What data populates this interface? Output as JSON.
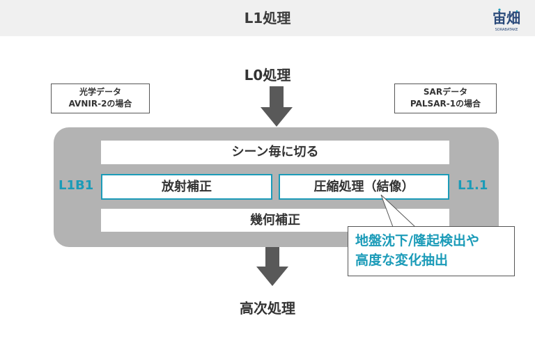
{
  "header": {
    "title": "L1処理"
  },
  "logo": {
    "icon": "sorabatake-logo-icon",
    "text": "宙畑",
    "subtext": "SORABATAKE"
  },
  "diagram": {
    "top_label": "L0処理",
    "left_note": {
      "line1": "光学データ",
      "line2": "AVNIR-2の場合"
    },
    "right_note": {
      "line1": "SARデータ",
      "line2": "PALSAR-1の場合"
    },
    "stage1": "シーン毎に切る",
    "stage2_left": "放射補正",
    "stage2_right": "圧縮処理（結像）",
    "stage3": "幾何補正",
    "left_side_label": "L1B1",
    "right_side_label": "L1.1",
    "callout": {
      "line1": "地盤沈下/隆起検出や",
      "line2": "高度な変化抽出"
    },
    "bottom_label": "高次処理"
  },
  "colors": {
    "accent": "#1b9bb8",
    "band": "#b3b3b3",
    "arrow": "#595959",
    "header_bg": "#f0f0f0"
  }
}
